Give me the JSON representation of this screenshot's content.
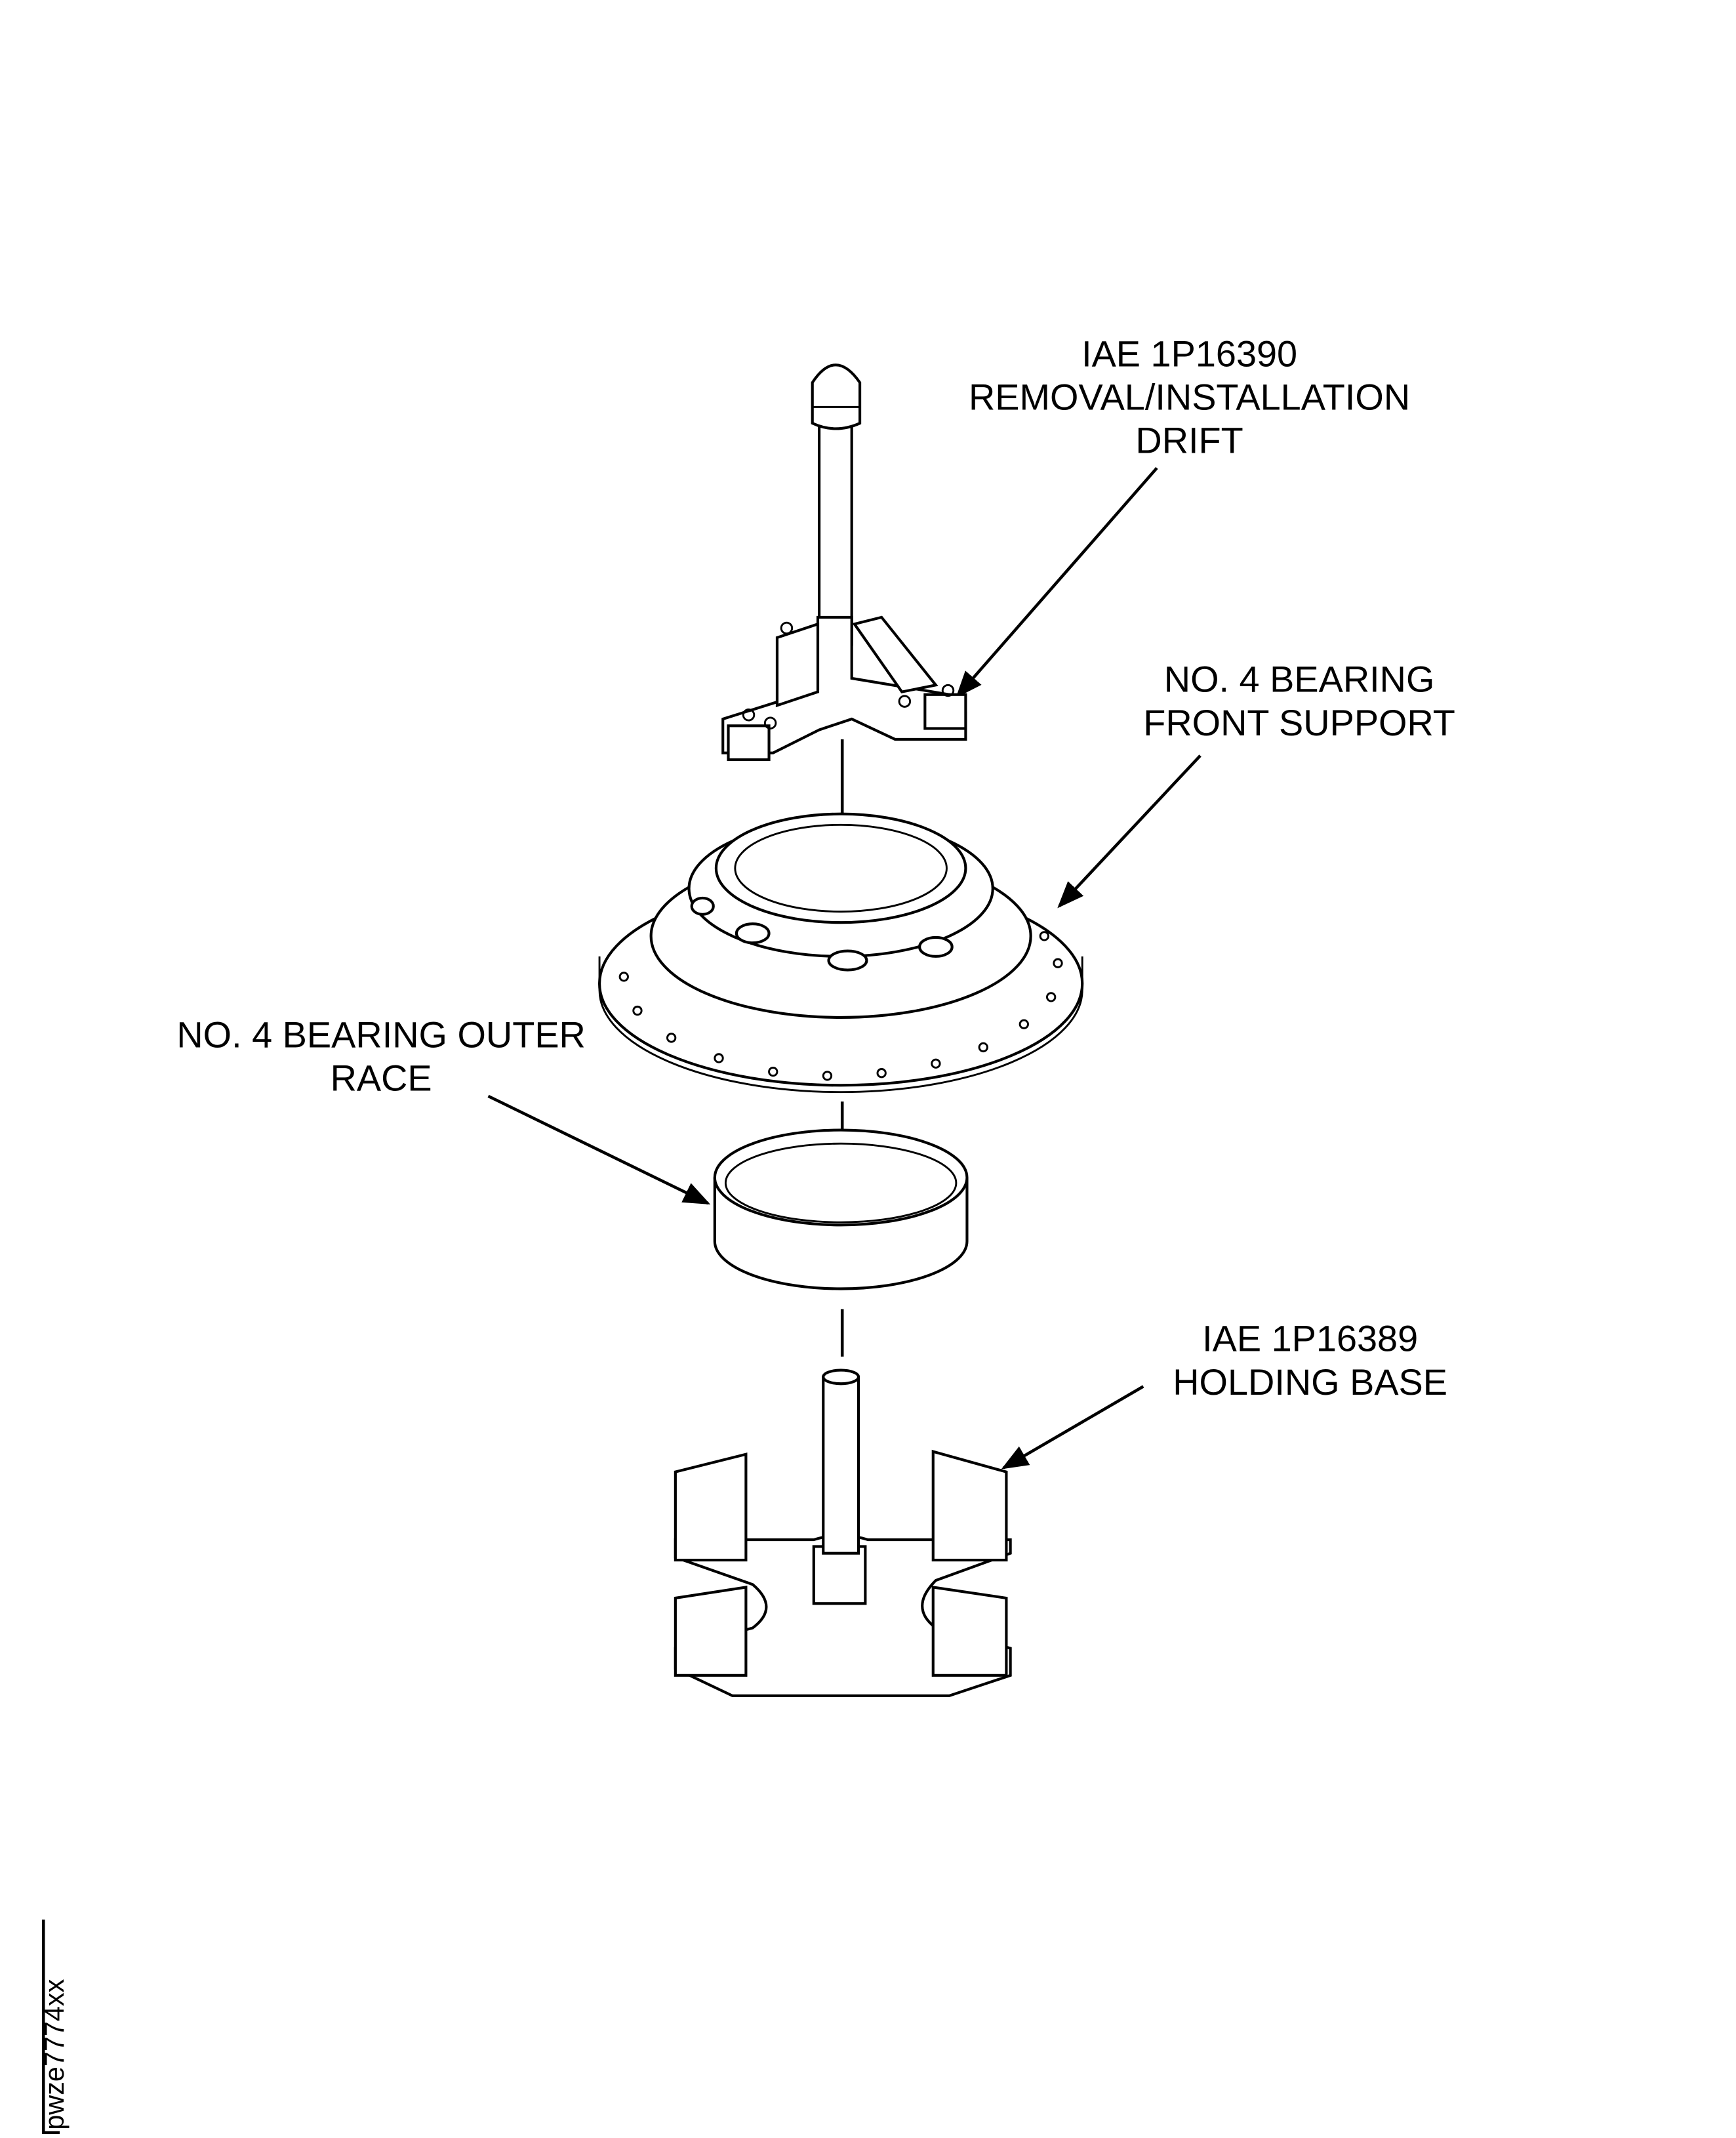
{
  "labels": {
    "drift": [
      "IAE 1P16390",
      "REMOVAL/INSTALLATION",
      "DRIFT"
    ],
    "front_support": [
      "NO. 4 BEARING",
      "FRONT SUPPORT"
    ],
    "outer_race": [
      "NO. 4 BEARING OUTER",
      "RACE"
    ],
    "holding_base": [
      "IAE 1P16389",
      "HOLDING BASE"
    ]
  },
  "figure_id": "pwze7774xx"
}
